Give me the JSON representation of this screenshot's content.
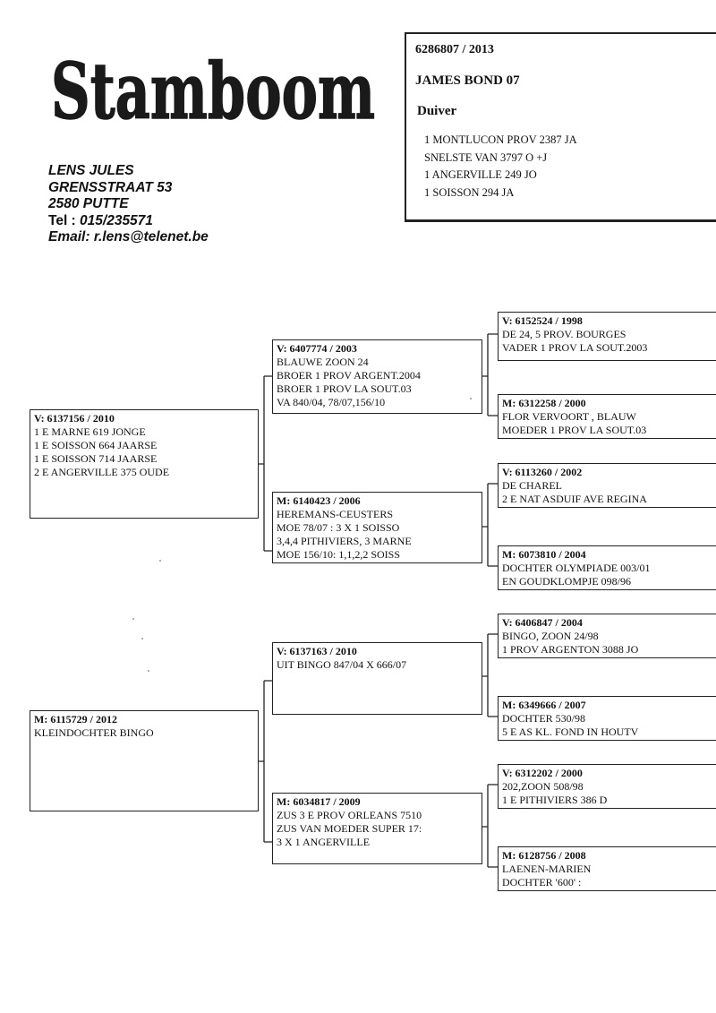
{
  "header": {
    "logo_text": "Stamboom"
  },
  "owner": {
    "name": "LENS JULES",
    "street": "GRENSSTRAAT 53",
    "city": "2580 PUTTE",
    "tel_label": "Tel :",
    "tel": "015/235571",
    "email_label": "Email:",
    "email": "r.lens@telenet.be"
  },
  "pigeon": {
    "ring": "6286807 / 2013",
    "name": "JAMES BOND 07",
    "sex": "Duiver",
    "results": [
      "1 MONTLUCON PROV 2387  JA",
      "SNELSTE VAN 3797 O +J",
      "1 ANGERVILLE 249 JO",
      "1 SOISSON 294 JA"
    ]
  },
  "pedigree": {
    "father": {
      "header": "V:   6137156 / 2010",
      "lines": [
        "1 E MARNE 619 JONGE",
        "1 E SOISSON 664 JAARSE",
        "1 E SOISSON 714 JAARSE",
        "2 E ANGERVILLE 375 OUDE"
      ]
    },
    "mother": {
      "header": "M:  6115729 / 2012",
      "lines": [
        "KLEINDOCHTER BINGO"
      ]
    },
    "ff": {
      "header": "V:   6407774 / 2003",
      "lines": [
        "BLAUWE ZOON 24",
        "BROER 1  PROV ARGENT.2004",
        "BROER 1  PROV LA SOUT.03",
        "VA 840/04,  78/07,156/10"
      ]
    },
    "fm": {
      "header": "M:   6140423 / 2006",
      "lines": [
        "HEREMANS-CEUSTERS",
        "MOE 78/07 : 3 X 1 SOISSO",
        "3,4,4 PITHIVIERS, 3 MARNE",
        "MOE 156/10: 1,1,2,2 SOISS"
      ]
    },
    "mf": {
      "header": "V:   6137163 / 2010",
      "lines": [
        "UIT BINGO 847/04 X 666/07"
      ]
    },
    "mm": {
      "header": "M:   6034817 / 2009",
      "lines": [
        "ZUS 3 E PROV ORLEANS 7510",
        "ZUS VAN MOEDER SUPER 17:",
        "3 X  1 ANGERVILLE"
      ]
    },
    "fff": {
      "header": "V:   6152524 / 1998",
      "lines": [
        "DE 24,  5 PROV. BOURGES",
        "VADER 1 PROV LA SOUT.2003"
      ]
    },
    "ffm": {
      "header": "M:   6312258 / 2000",
      "lines": [
        "FLOR VERVOORT , BLAUW",
        "MOEDER 1 PROV LA SOUT.03"
      ]
    },
    "fmf": {
      "header": "V:   6113260 / 2002",
      "lines": [
        "DE CHAREL",
        "2 E NAT ASDUIF AVE REGINA"
      ]
    },
    "fmm": {
      "header": "M:   6073810 / 2004",
      "lines": [
        "DOCHTER OLYMPIADE 003/01",
        "EN GOUDKLOMPJE 098/96"
      ]
    },
    "mff": {
      "header": "V:   6406847 / 2004",
      "lines": [
        "BINGO, ZOON 24/98",
        "1 PROV ARGENTON 3088 JO"
      ]
    },
    "mfm": {
      "header": "M:   6349666 / 2007",
      "lines": [
        "DOCHTER 530/98",
        "5 E AS KL. FOND IN HOUTV"
      ]
    },
    "mmf": {
      "header": "V:   6312202 / 2000",
      "lines": [
        "202,ZOON 508/98",
        "1 E PITHIVIERS 386 D"
      ]
    },
    "mmm": {
      "header": "M:   6128756 / 2008",
      "lines": [
        " LAENEN-MARIEN",
        "DOCHTER '600' :"
      ]
    }
  }
}
